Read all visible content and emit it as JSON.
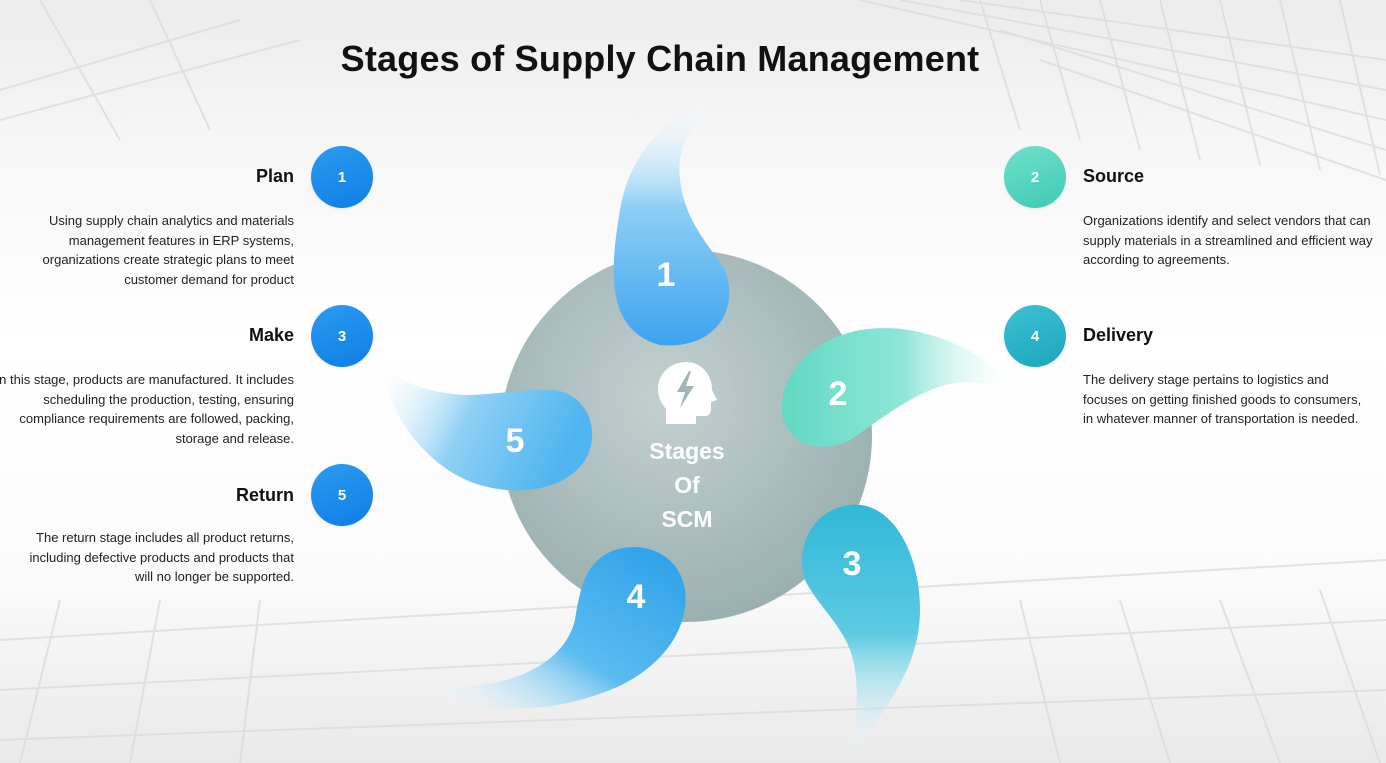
{
  "title": "Stages of Supply Chain Management",
  "center": {
    "lines": [
      "Stages",
      "Of",
      "SCM"
    ],
    "icon": "head-lightning-icon"
  },
  "petals": [
    "1",
    "2",
    "3",
    "4",
    "5"
  ],
  "stages": [
    {
      "badge": "1",
      "heading": "Plan",
      "description": "Using supply chain analytics and materials management features in ERP systems, organizations create strategic plans to meet customer demand for product"
    },
    {
      "badge": "2",
      "heading": "Source",
      "description": "Organizations identify and select vendors that can supply materials in a streamlined and efficient way according to agreements."
    },
    {
      "badge": "3",
      "heading": "Make",
      "description": "In this stage, products are manufactured. It includes scheduling the production, testing, ensuring compliance requirements are followed, packing, storage and release."
    },
    {
      "badge": "4",
      "heading": "Delivery",
      "description": "The delivery stage pertains to logistics and focuses on getting finished goods to consumers, in whatever manner of transportation is needed."
    },
    {
      "badge": "5",
      "heading": "Return",
      "description": "The return stage includes all product returns, including defective products and products that will no longer be supported."
    }
  ],
  "colors": {
    "blue": "#1a8cf0",
    "teal": "#5ad6c2",
    "cyan": "#2bb5cc",
    "hub": "#9fb6b6"
  }
}
